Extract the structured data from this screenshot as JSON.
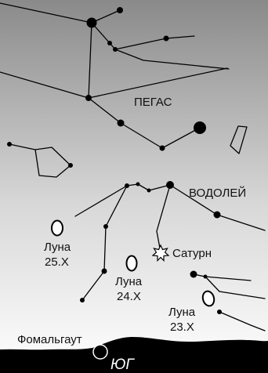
{
  "map": {
    "constellations": {
      "pegasus": "ПЕГАС",
      "aquarius": "ВОДОЛЕЙ"
    },
    "moon_positions": [
      {
        "label": "Луна",
        "date": "25.X"
      },
      {
        "label": "Луна",
        "date": "24.X"
      },
      {
        "label": "Луна",
        "date": "23.X"
      }
    ],
    "planet": "Сатурн",
    "star": "Фомальгаут",
    "direction": "ЮГ"
  },
  "colors": {
    "sky_top": "#8a8a8a",
    "sky_bottom": "#ffffff",
    "horizon": "#000000",
    "lines": "#000000"
  },
  "icons": {
    "star": "filled-circle",
    "saturn": "star-burst-icon",
    "moon": "open-ellipse"
  }
}
